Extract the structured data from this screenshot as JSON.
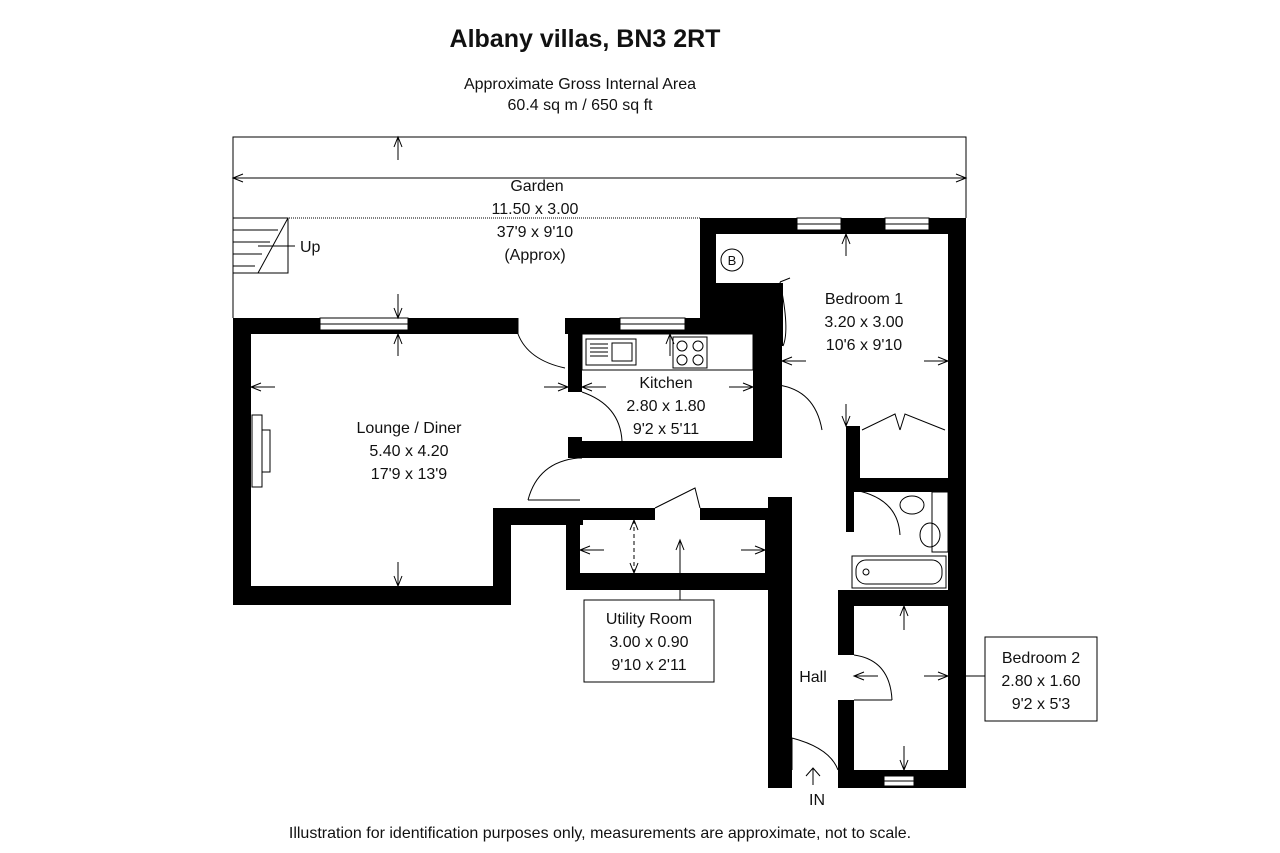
{
  "title": "Albany villas, BN3 2RT",
  "area": {
    "line1": "Approximate Gross Internal Area",
    "line2": "60.4 sq m / 650 sq ft"
  },
  "rooms": {
    "garden": {
      "name": "Garden",
      "metric": "11.50 x 3.00",
      "imperial": "37'9 x 9'10",
      "note": "(Approx)"
    },
    "lounge": {
      "name": "Lounge / Diner",
      "metric": "5.40 x 4.20",
      "imperial": "17'9 x 13'9"
    },
    "kitchen": {
      "name": "Kitchen",
      "metric": "2.80 x 1.80",
      "imperial": "9'2 x 5'11"
    },
    "bedroom1": {
      "name": "Bedroom 1",
      "metric": "3.20 x 3.00",
      "imperial": "10'6 x 9'10"
    },
    "utility": {
      "name": "Utility Room",
      "metric": "3.00 x 0.90",
      "imperial": "9'10 x 2'11"
    },
    "bedroom2": {
      "name": "Bedroom 2",
      "metric": "2.80 x 1.60",
      "imperial": "9'2 x 5'3"
    },
    "hall": {
      "name": "Hall"
    }
  },
  "labels": {
    "up": "Up",
    "boiler": "B",
    "entrance": "IN"
  },
  "disclaimer": "Illustration for identification purposes only, measurements are approximate, not to scale."
}
